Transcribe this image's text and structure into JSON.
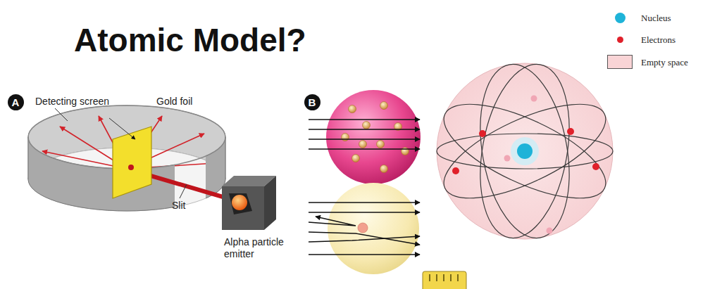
{
  "diagram": {
    "title": "Atomic Model?",
    "nodes": [
      {
        "text": [
          "A"
        ]
      },
      {
        "text": [
          "B"
        ]
      }
    ],
    "labels": [
      "Detecting screen",
      "Gold foil",
      "Slit",
      "Alpha particle emitter"
    ],
    "legend": [
      {
        "text": "Nucleus",
        "color": "#1eb3d8"
      },
      {
        "text": "Electrons",
        "color": "#e0202a"
      },
      {
        "text": "Empty space",
        "color": "#f9d4d6"
      }
    ]
  }
}
